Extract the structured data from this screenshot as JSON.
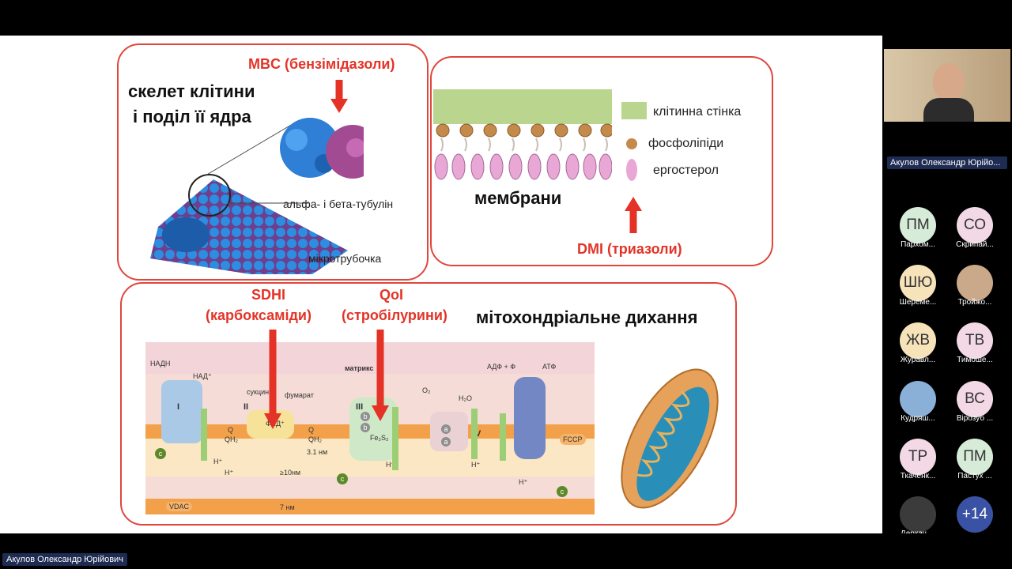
{
  "slide": {
    "panel1": {
      "title_line1": "скелет клітини",
      "title_line2": "і поділ її ядра",
      "group": "MBC (бензімідазоли)",
      "label_tubulin": "альфа- і бета-тубулін",
      "label_microtubule": "мікротрубочка"
    },
    "panel2": {
      "legend_wall": "клітинна стінка",
      "legend_phospho": "фосфоліпіди",
      "legend_ergo": "ергостерол",
      "title": "мембрани",
      "group": "DMI (триазоли)"
    },
    "panel3": {
      "sdhi": "SDHI",
      "sdhi_sub": "(карбоксаміди)",
      "qoi": "QoI",
      "qoi_sub": "(стробілурини)",
      "title": "мітохондріальне дихання",
      "diagram": {
        "nadh": "НАДН",
        "nad": "НАД⁺",
        "succinate": "сукцинат",
        "fumarate": "фумарат",
        "matrix": "матрикс",
        "adp": "АДФ + Ф",
        "atp": "АТФ",
        "o2": "O₂",
        "h2o": "H₂O",
        "fad": "ФАД⁺",
        "q1": "Q",
        "qh1": "QH₂",
        "q2": "Q",
        "qh2": "QH₂",
        "fes": "Fe₂S₂",
        "fccp": "FCCP",
        "vdac": "VDAC",
        "d31": "3.1 нм",
        "d10": "≥10нм",
        "d7": "7 нм",
        "cI": "I",
        "cII": "II",
        "cIII": "III",
        "cIV": "IV",
        "c": "c",
        "b": "b",
        "a": "a",
        "h": "H⁺"
      }
    }
  },
  "sidebar": {
    "speaker_name": "Акулов Олександр Юрійо...",
    "participants": [
      {
        "initials": "ПМ",
        "name": "Пархом...",
        "color": "#d6ecd9"
      },
      {
        "initials": "СО",
        "name": "Скрипай...",
        "color": "#f2d9e5"
      },
      {
        "initials": "ШЮ",
        "name": "Шереме...",
        "color": "#f6e3b9"
      },
      {
        "initials": "",
        "name": "Тройжо...",
        "color": "#caa88a"
      },
      {
        "initials": "ЖВ",
        "name": "Журавл...",
        "color": "#f6e3b9"
      },
      {
        "initials": "ТВ",
        "name": "Тимоше...",
        "color": "#f2d9e5"
      },
      {
        "initials": "",
        "name": "Кудряш...",
        "color": "#8ab0d8"
      },
      {
        "initials": "ВС",
        "name": "Вірозуб ...",
        "color": "#f2d9e5"
      },
      {
        "initials": "ТР",
        "name": "Ткаченк...",
        "color": "#f2d9e5"
      },
      {
        "initials": "ПМ",
        "name": "Пастух ...",
        "color": "#d6ecd9"
      },
      {
        "initials": "",
        "name": "Деркач ...",
        "color": "#3b3b3b"
      },
      {
        "initials": "+14",
        "name": "",
        "color": "#3a52a3"
      }
    ]
  },
  "bottom_name": "Акулов Олександр Юрійович"
}
